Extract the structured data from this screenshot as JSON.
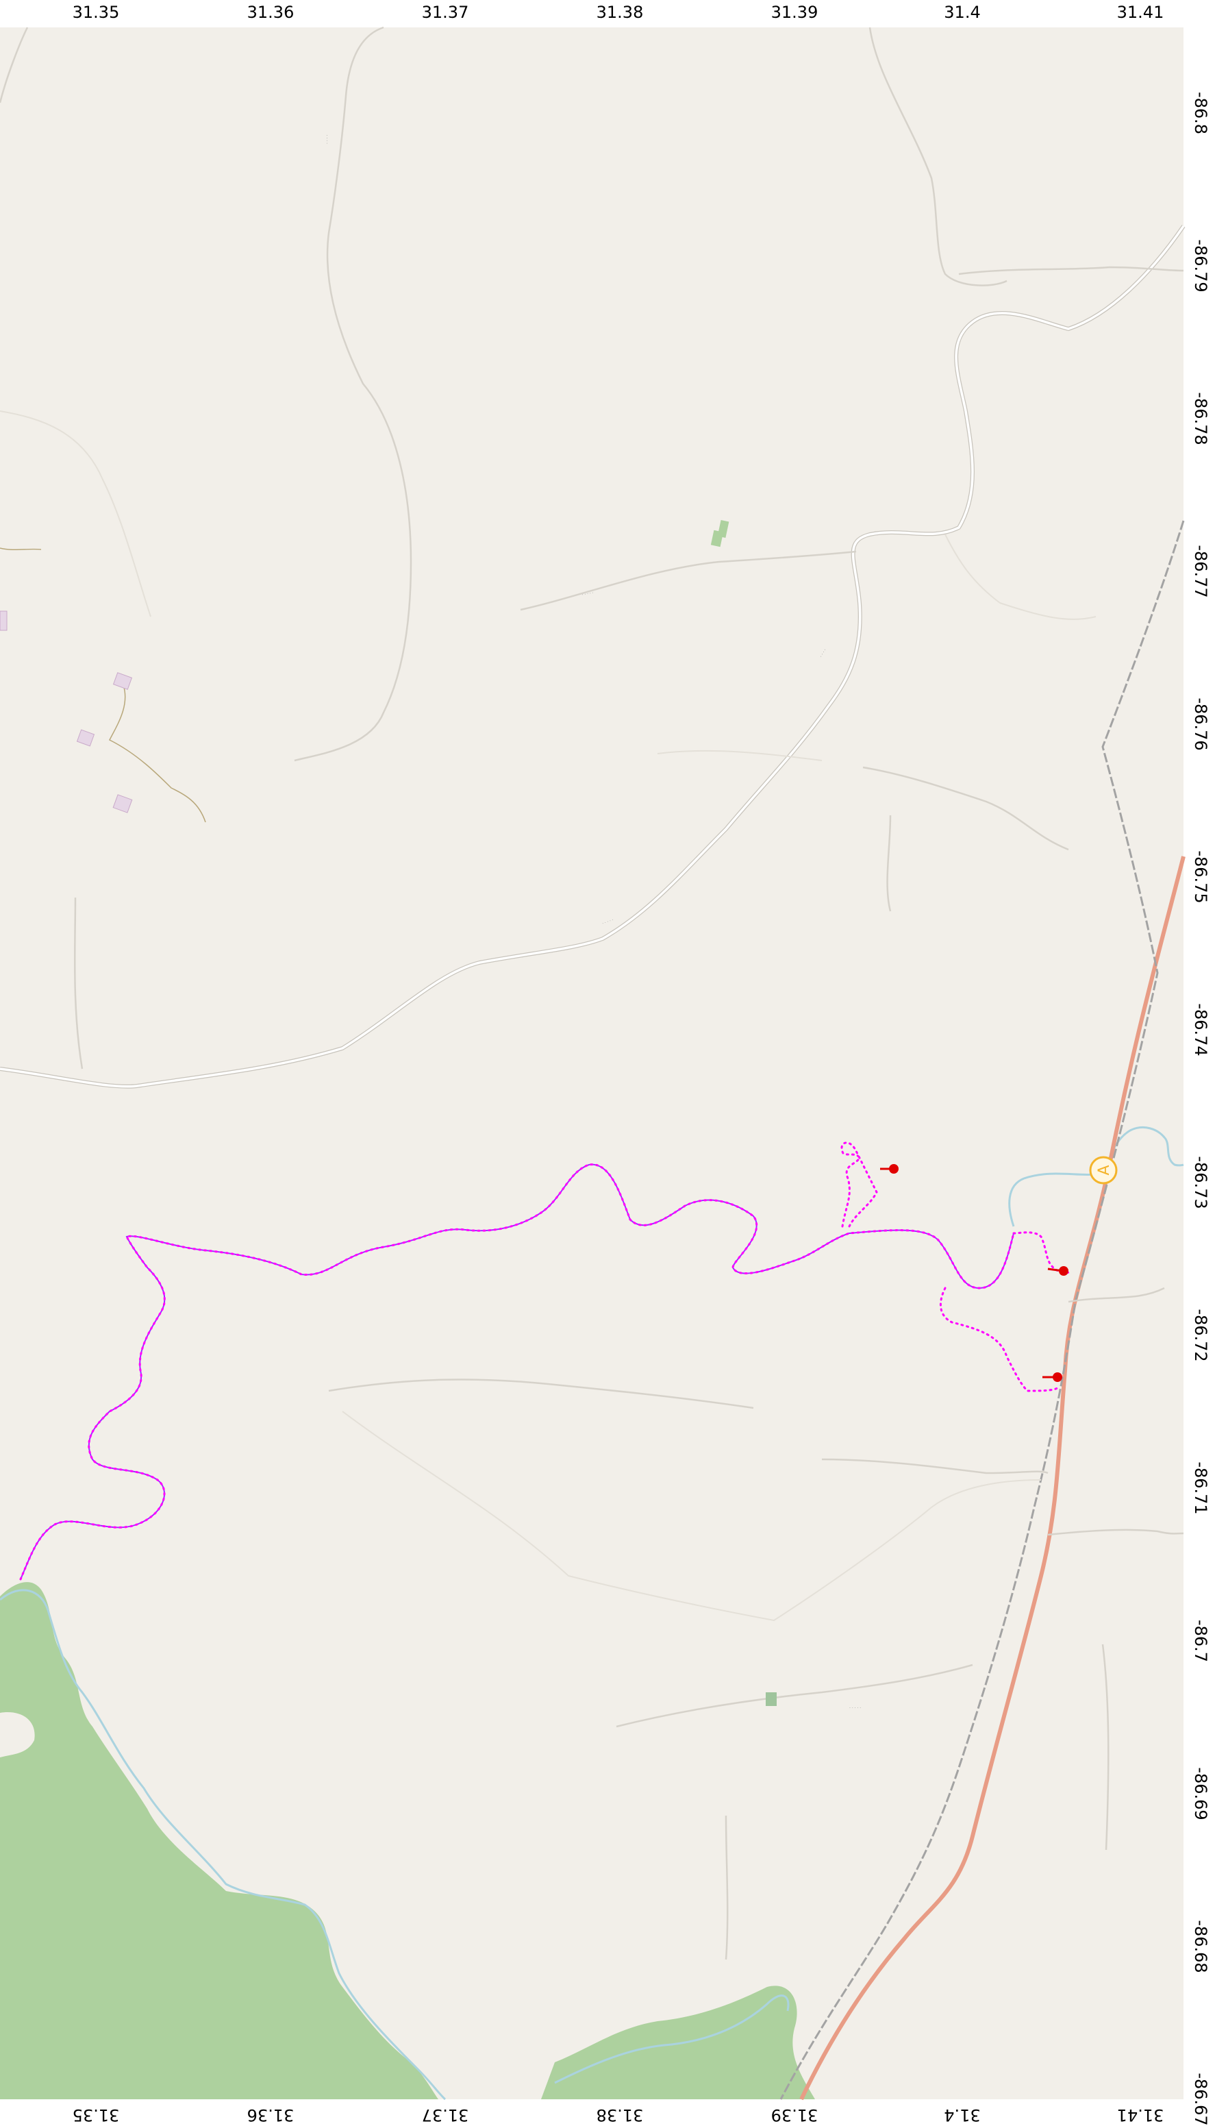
{
  "map": {
    "colors": {
      "background": "#f2efe9",
      "forest": "#add19e",
      "water": "#aad3df",
      "highway": "#e89c85",
      "road": "#ffffff",
      "road_casing": "#c8c4bc",
      "track": "#b8a77a",
      "railway": "#a3a3a3",
      "route": "#9b30ff",
      "route_dots": "#ff00ff",
      "marker": "#e00000",
      "start_marker": "#f4b42a"
    },
    "top_axis_labels": [
      "31.35",
      "31.36",
      "31.37",
      "31.38",
      "31.39",
      "31.4",
      "31.41"
    ],
    "bottom_axis_labels": [
      "31.35",
      "31.36",
      "31.37",
      "31.38",
      "31.39",
      "31.4",
      "31.41"
    ],
    "right_axis_labels": [
      "-86.8",
      "-86.79",
      "-86.78",
      "-86.77",
      "-86.76",
      "-86.75",
      "-86.74",
      "-86.73",
      "-86.72",
      "-86.71",
      "-86.7",
      "-86.69",
      "-86.68",
      "-86.67"
    ],
    "start_marker_letter": "A",
    "icons": {
      "start": "start-circle-marker-icon",
      "pin": "red-pin-marker-icon"
    },
    "marker_count": 3
  }
}
